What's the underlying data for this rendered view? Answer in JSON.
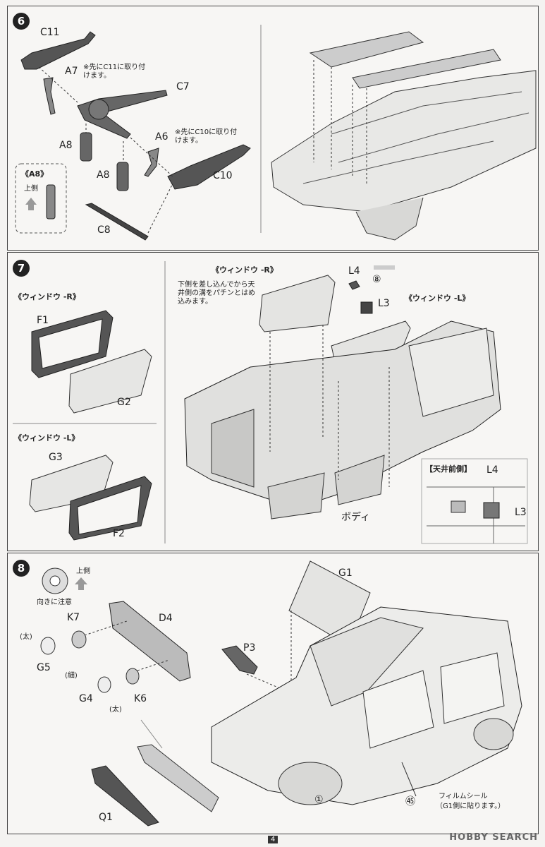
{
  "steps": [
    {
      "num": "6"
    },
    {
      "num": "7"
    },
    {
      "num": "8"
    }
  ],
  "step6": {
    "parts": {
      "c11": "C11",
      "a7": "A7",
      "c7": "C7",
      "a8a": "A8",
      "a6": "A6",
      "a8b": "A8",
      "c10": "C10",
      "c8": "C8"
    },
    "note_a7": "※先にC11に取り付けます。",
    "note_a6": "※先にC10に取り付けます。",
    "inset_title": "《A8》",
    "inset_up": "上側"
  },
  "step7": {
    "win_r_title": "《ウィンドウ -R》",
    "win_l_title": "《ウィンドウ -L》",
    "parts": {
      "f1": "F1",
      "g2": "G2",
      "g3": "G3",
      "f2": "F2",
      "l4": "L4",
      "l3": "L3",
      "l4b": "L4",
      "l3b": "L3"
    },
    "win_r_main": "《ウィンドウ -R》",
    "win_l_main": "《ウィンドウ -L》",
    "note": "下側を差し込んでから天井側の溝をパチンとはめ込みます。",
    "num8": "⑧",
    "body": "ボディ",
    "inset_title": "【天井前側】"
  },
  "step8": {
    "parts": {
      "k7": "K7",
      "d4": "D4",
      "g5": "G5",
      "g4": "G4",
      "k6": "K6",
      "q1": "Q1",
      "p3": "P3",
      "g1": "G1"
    },
    "up": "上側",
    "orient": "向きに注意",
    "thick1": "(太)",
    "thin": "(細)",
    "thick2": "(太)",
    "num1": "①",
    "num45": "㊺",
    "film": "フィルムシール",
    "film_note": "（G1側に貼ります。）"
  },
  "footer": {
    "page": "4",
    "watermark": "HOBBY SEARCH"
  }
}
